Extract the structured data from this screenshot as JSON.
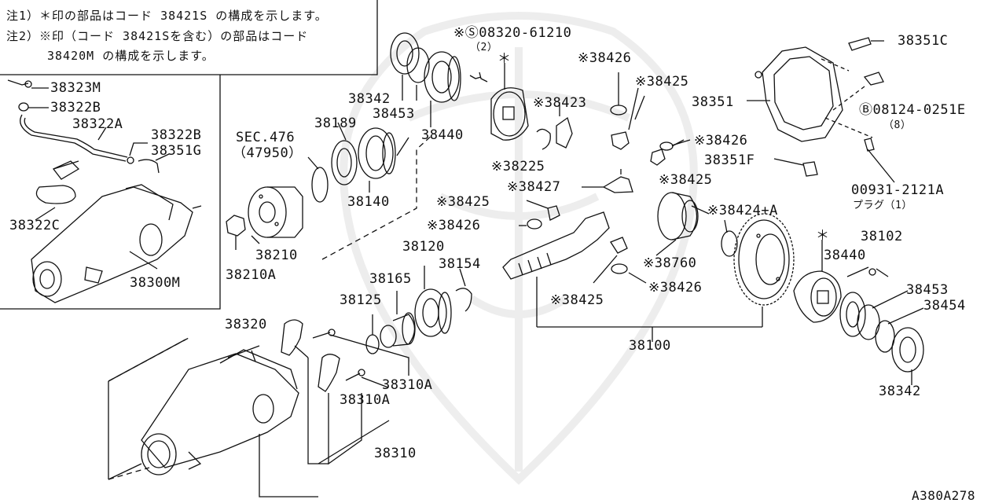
{
  "notes": [
    "注1）＊印の部品はコード 38421S の構成を示します。",
    "注2）※印（コード 38421Sを含む）の部品はコード",
    "38420M の構成を示します。"
  ],
  "parts": {
    "p38323M": "38323M",
    "p38322B_a": "38322B",
    "p38322A": "38322A",
    "p38322B_b": "38322B",
    "p38351G": "38351G",
    "p38322C": "38322C",
    "p38300M": "38300M",
    "p38342_top": "38342",
    "p38453_top": "38453",
    "p38440_top": "38440",
    "p08320": "※Ⓢ08320-61210",
    "p08320_qty": "（2）",
    "p_star_top": "＊",
    "p38426_a": "※38426",
    "p38425_a": "※38425",
    "p38423": "※38423",
    "p38351": "38351",
    "p38351C": "38351C",
    "p08124": "Ⓑ08124-0251E",
    "p08124_qty": "（8）",
    "pSEC": "SEC.476",
    "pSEC2": "（47950）",
    "p38189": "38189",
    "p38140": "38140",
    "p38225": "※38225",
    "p38426_b": "※38426",
    "p38425_b": "※38425",
    "p38351F": "38351F",
    "p38427": "※38427",
    "p00931": "00931-2121A",
    "p00931_sub": "プラグ（1）",
    "p38425_c": "※38425",
    "p38426_c": "※38426",
    "p38424": "※38424+A",
    "p38210": "38210",
    "p38210A": "38210A",
    "p38760": "※38760",
    "p38120": "38120",
    "p38154": "38154",
    "p38165": "38165",
    "p38125": "38125",
    "p38425_d": "※38425",
    "p38426_d": "※38426",
    "p_star_right": "＊",
    "p38440_right": "38440",
    "p38102": "38102",
    "p38453_right": "38453",
    "p38454": "38454",
    "p38342_right": "38342",
    "p38100": "38100",
    "p38320": "38320",
    "p38310A_a": "38310A",
    "p38310A_b": "38310A",
    "p38310": "38310",
    "diagram_code": "A380A278"
  }
}
